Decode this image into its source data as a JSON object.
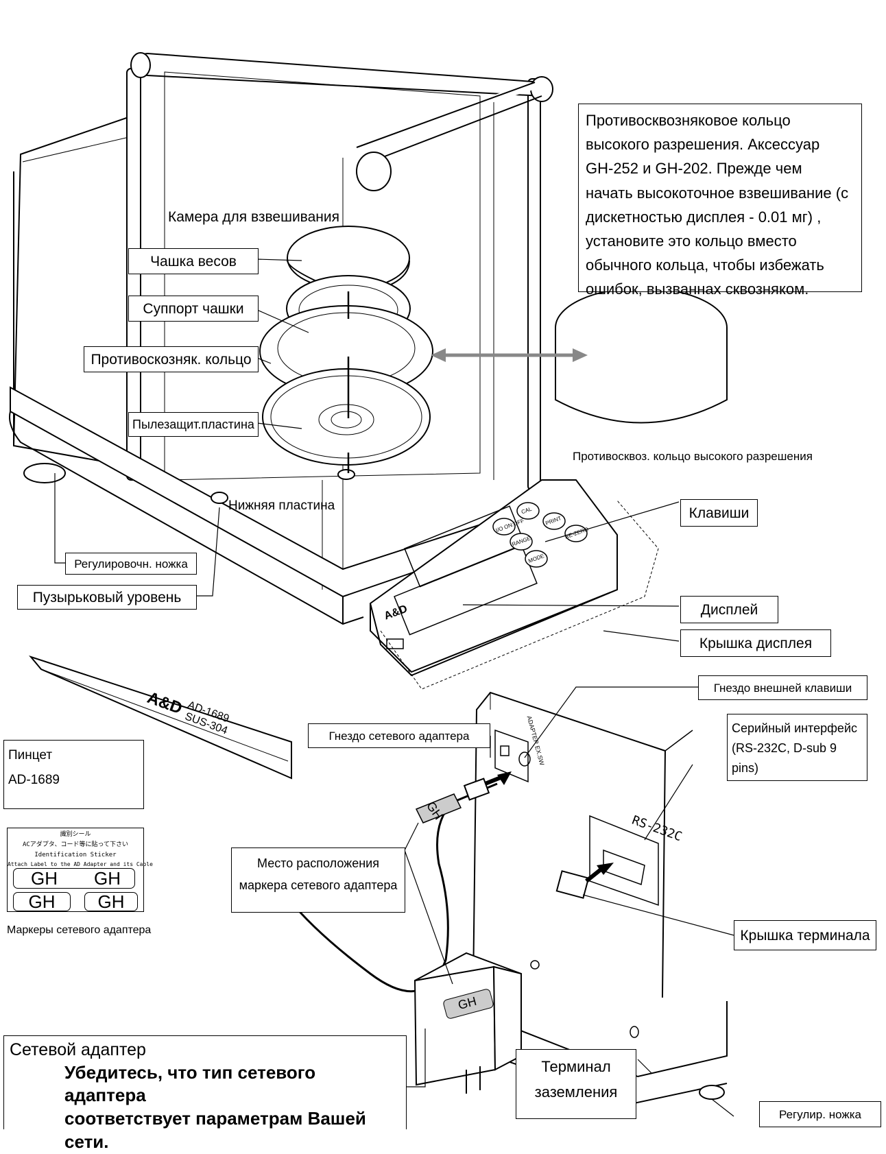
{
  "labels": {
    "weighing_chamber": "Камера для взвешивания",
    "pan": "Чашка весов",
    "pan_support": "Суппорт чашки",
    "breeze_ring": "Противоскозняк. кольцо",
    "dust_plate": "Пылезащит.пластина",
    "bottom_plate": "Нижняя пластина",
    "leveling_foot": "Регулировочн. ножка",
    "bubble_level": "Пузырьковый уровень",
    "keys": "Клавиши",
    "display": "Дисплей",
    "display_cover": "Крышка дисплея",
    "hr_ring_caption": "Противосквоз. кольцо высокого разрешения",
    "ext_key_jack": "Гнездо внешней клавиши",
    "adapter_jack": "Гнездо сетевого адаптера",
    "serial_interface": [
      "Серийный интерфейс",
      "(RS-232C, D-sub 9 pins)"
    ],
    "adapter_marker_location": [
      "Место расположения",
      "маркера сетевого адаптера"
    ],
    "terminal_cover": "Крышка терминала",
    "ground_terminal": [
      "Терминал",
      "заземления"
    ],
    "leveling_foot_short": "Регулир. ножка",
    "adapter_markers_caption": "Маркеры сетевого адаптера"
  },
  "hr_ring_description": [
    "Противосквозняковое кольцо",
    "высокого разрешения. Аксессуар",
    "GH-252 и GH-202. Прежде чем",
    "начать высокоточное взвешивание (с",
    "дискетностью дисплея - 0.01 мг) ,",
    "установите это кольцо вместо",
    "обычного кольца, чтобы избежать",
    "ошибок, вызваннах сквозняком."
  ],
  "tweezers_box": [
    "Пинцет",
    "AD-1689"
  ],
  "tweezers_marking": [
    "AD-1689",
    "SUS-304"
  ],
  "brand": "A&D",
  "keypad": [
    "I/O ON:OFF",
    "CAL",
    "PRINT",
    "RANGE",
    "RE-ZERO",
    "MODE"
  ],
  "sticker": {
    "header": [
      "識別シール",
      "ACアダプタ、コード等に貼って下さい",
      "Identification Sticker",
      "Attach Label to the AD Adapter and its Cable"
    ],
    "marks": [
      "GH",
      "GH",
      "GH",
      "GH"
    ]
  },
  "cable_tag": "GH",
  "adapter_tag": "GH",
  "rear_panel": {
    "port_label": "RS-232C",
    "jack_label": "ADAPTER EX.SW"
  },
  "adapter_note": {
    "title": "Сетевой адаптер",
    "bold": [
      "Убедитесь, что тип сетевого адаптера",
      "соответствует параметрам Вашей",
      "сети."
    ]
  }
}
